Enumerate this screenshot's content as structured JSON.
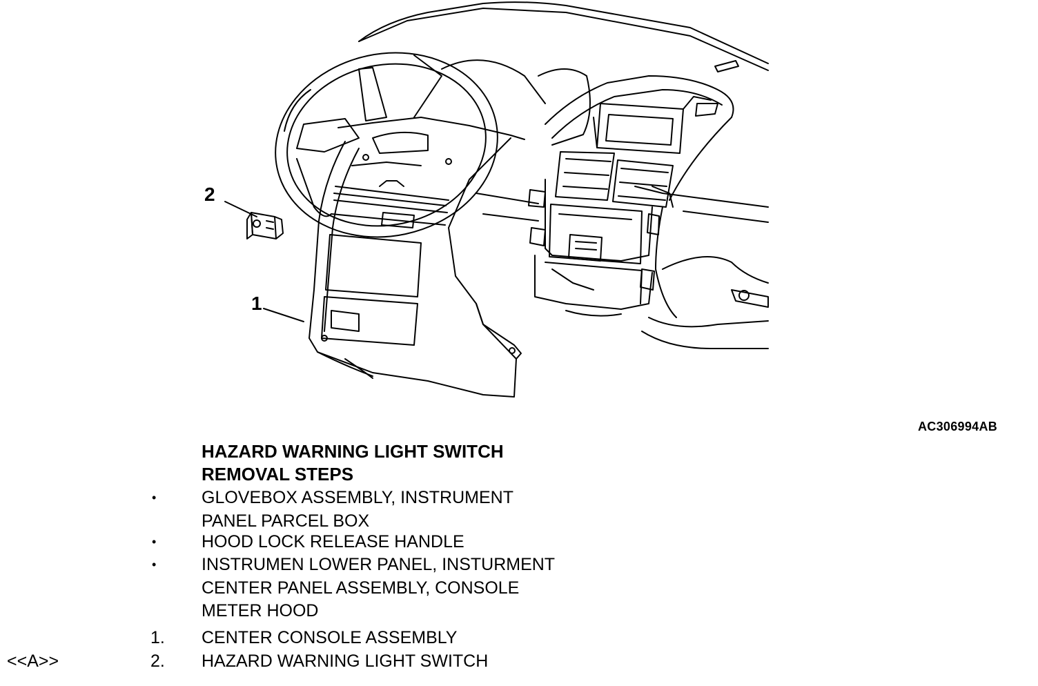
{
  "figure": {
    "callouts": [
      "2",
      "1"
    ],
    "code": "AC306994AB"
  },
  "heading": {
    "line1": "HAZARD WARNING LIGHT SWITCH",
    "line2": "REMOVAL STEPS"
  },
  "steps": [
    {
      "ref": "",
      "marker": "•",
      "lines": [
        "GLOVEBOX ASSEMBLY, INSTRUMENT",
        "PANEL PARCEL BOX"
      ]
    },
    {
      "ref": "",
      "marker": "•",
      "lines": [
        "HOOD LOCK RELEASE HANDLE"
      ]
    },
    {
      "ref": "",
      "marker": "•",
      "lines": [
        "INSTRUMEN LOWER PANEL, INSTURMENT",
        "CENTER PANEL ASSEMBLY, CONSOLE",
        "METER HOOD"
      ]
    },
    {
      "ref": "",
      "marker": "1.",
      "lines": [
        "CENTER CONSOLE ASSEMBLY"
      ]
    },
    {
      "ref": "<<A>>",
      "marker": "2.",
      "lines": [
        "HAZARD WARNING LIGHT SWITCH"
      ]
    }
  ]
}
